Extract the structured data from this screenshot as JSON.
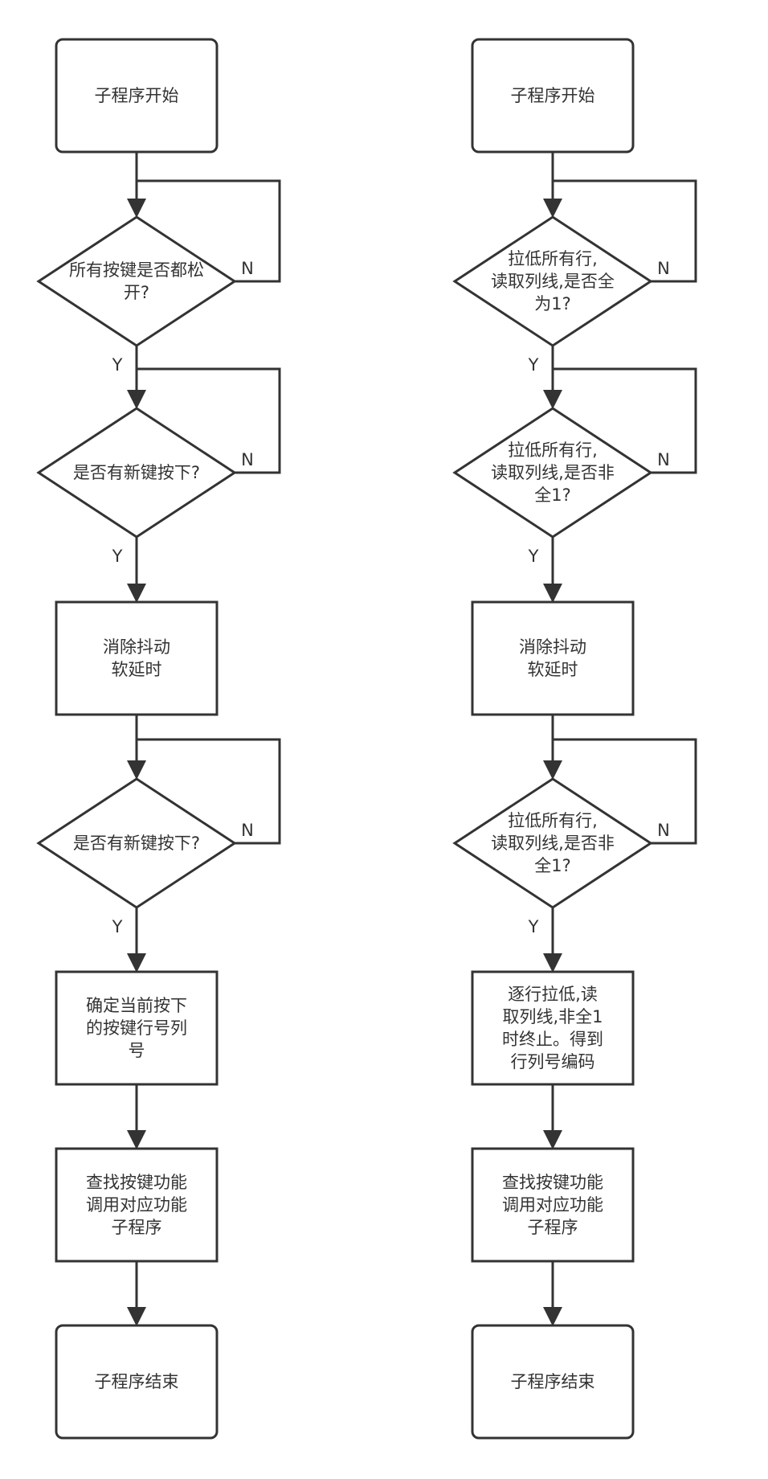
{
  "flowcharts": [
    {
      "nodes": [
        {
          "id": "start",
          "shape": "rounded-rect",
          "lines": [
            "子程序开始"
          ]
        },
        {
          "id": "d1",
          "shape": "diamond",
          "lines": [
            "所有按键是否都松",
            "开?"
          ]
        },
        {
          "id": "d2",
          "shape": "diamond",
          "lines": [
            "是否有新键按下?"
          ]
        },
        {
          "id": "p1",
          "shape": "rect",
          "lines": [
            "消除抖动",
            "软延时"
          ]
        },
        {
          "id": "d3",
          "shape": "diamond",
          "lines": [
            "是否有新键按下?"
          ]
        },
        {
          "id": "p2",
          "shape": "rect",
          "lines": [
            "确定当前按下",
            "的按键行号列",
            "号"
          ]
        },
        {
          "id": "p3",
          "shape": "rect",
          "lines": [
            "查找按键功能",
            "调用对应功能",
            "子程序"
          ]
        },
        {
          "id": "end",
          "shape": "rounded-rect",
          "lines": [
            "子程序结束"
          ]
        }
      ]
    },
    {
      "nodes": [
        {
          "id": "start",
          "shape": "rounded-rect",
          "lines": [
            "子程序开始"
          ]
        },
        {
          "id": "d1",
          "shape": "diamond",
          "lines": [
            "拉低所有行,",
            "读取列线,是否全",
            "为1?"
          ]
        },
        {
          "id": "d2",
          "shape": "diamond",
          "lines": [
            "拉低所有行,",
            "读取列线,是否非",
            "全1?"
          ]
        },
        {
          "id": "p1",
          "shape": "rect",
          "lines": [
            "消除抖动",
            "软延时"
          ]
        },
        {
          "id": "d3",
          "shape": "diamond",
          "lines": [
            "拉低所有行,",
            "读取列线,是否非",
            "全1?"
          ]
        },
        {
          "id": "p2",
          "shape": "rect",
          "lines": [
            "逐行拉低,读",
            "取列线,非全1",
            "时终止。得到",
            "行列号编码"
          ]
        },
        {
          "id": "p3",
          "shape": "rect",
          "lines": [
            "查找按键功能",
            "调用对应功能",
            "子程序"
          ]
        },
        {
          "id": "end",
          "shape": "rounded-rect",
          "lines": [
            "子程序结束"
          ]
        }
      ]
    }
  ],
  "edge_labels": {
    "yes": "Y",
    "no": "N"
  },
  "colors": {
    "stroke": "#333333",
    "fill": "#ffffff",
    "background": "#ffffff"
  }
}
